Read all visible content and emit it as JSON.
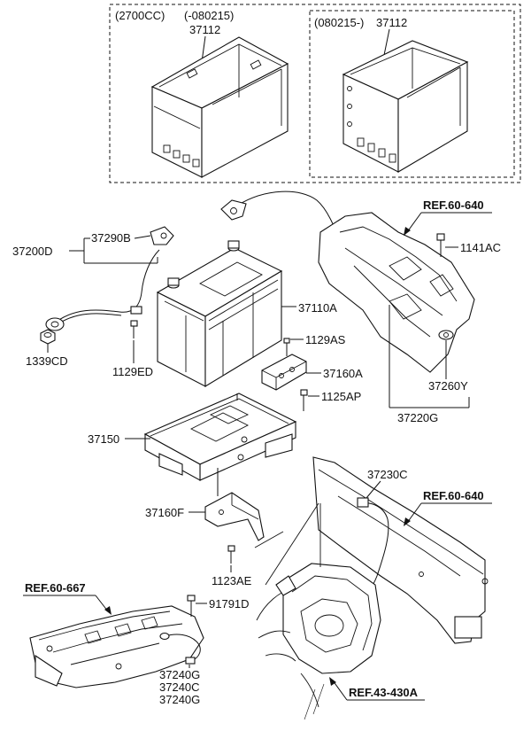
{
  "box_outer": {
    "label_variant": "(2700CC)"
  },
  "box_left": {
    "label_date": "(-080215)",
    "label_part": "37112"
  },
  "box_right": {
    "label_date": "(080215-)",
    "label_part": "37112"
  },
  "labels": {
    "p37200D": "37200D",
    "p37290B": "37290B",
    "p1339CD": "1339CD",
    "p1129ED": "1129ED",
    "p37110A": "37110A",
    "p1129AS": "1129AS",
    "p37160A": "37160A",
    "p1125AP": "1125AP",
    "p37150": "37150",
    "p37160F": "37160F",
    "p1123AE": "1123AE",
    "p91791D": "91791D",
    "p37240G_a": "37240G",
    "p37240C": "37240C",
    "p37240G_b": "37240G",
    "p1141AC": "1141AC",
    "p37260Y": "37260Y",
    "p37220G": "37220G",
    "p37230C": "37230C"
  },
  "refs": {
    "ref_60_640_top": "REF.60-640",
    "ref_60_640_mid": "REF.60-640",
    "ref_60_667": "REF.60-667",
    "ref_43_430A": "REF.43-430A"
  }
}
